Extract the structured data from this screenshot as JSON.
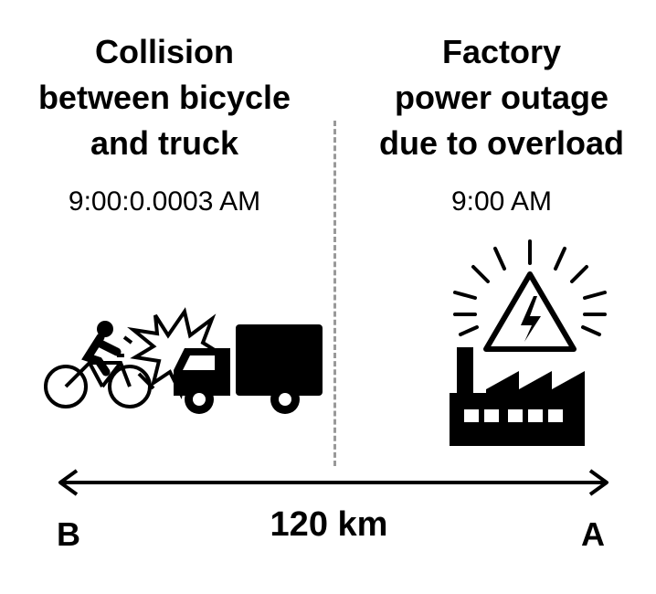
{
  "left_event": {
    "title": "Collision\nbetween bicycle\nand truck",
    "time": "9:00:0.0003 AM",
    "icons": [
      "bicycle-icon",
      "collision-burst-icon",
      "truck-icon"
    ]
  },
  "right_event": {
    "title": "Factory\npower outage\ndue to overload",
    "time": "9:00 AM",
    "icons": [
      "high-voltage-warning-icon",
      "factory-icon"
    ]
  },
  "distance": {
    "label": "120 km",
    "left_point": "B",
    "right_point": "A"
  },
  "colors": {
    "ink": "#000000",
    "divider": "#999999",
    "background": "#ffffff"
  }
}
